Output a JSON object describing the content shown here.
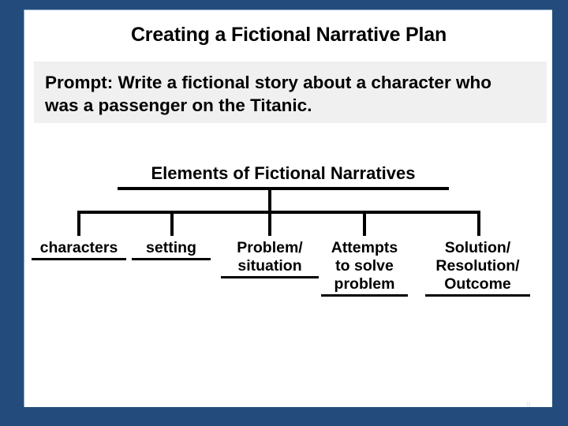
{
  "slide": {
    "title": "Creating a Fictional Narrative Plan",
    "border_color": "#234C7C",
    "panel_color": "#FFFFFF",
    "page_number": "8"
  },
  "prompt": {
    "background_color": "#F0F0F0",
    "line1": "Prompt:  Write a fictional story about a character who",
    "line2": "was a passenger on the Titanic."
  },
  "diagram": {
    "type": "tree",
    "header": "Elements of Fictional Narratives",
    "line_color": "#000000",
    "nodes": [
      {
        "id": "characters",
        "lines": [
          "characters"
        ],
        "underlined_line_index": 0
      },
      {
        "id": "setting",
        "lines": [
          "setting"
        ],
        "underlined_line_index": 0
      },
      {
        "id": "problem-situation",
        "lines": [
          "Problem/",
          "situation"
        ],
        "underlined_line_index": 1
      },
      {
        "id": "attempts-to-solve-problem",
        "lines": [
          "Attempts",
          "to solve",
          "problem"
        ],
        "underlined_line_index": 2
      },
      {
        "id": "solution-resolution-outcome",
        "lines": [
          "Solution/",
          "Resolution/",
          "Outcome"
        ],
        "underlined_line_index": 2
      }
    ]
  }
}
